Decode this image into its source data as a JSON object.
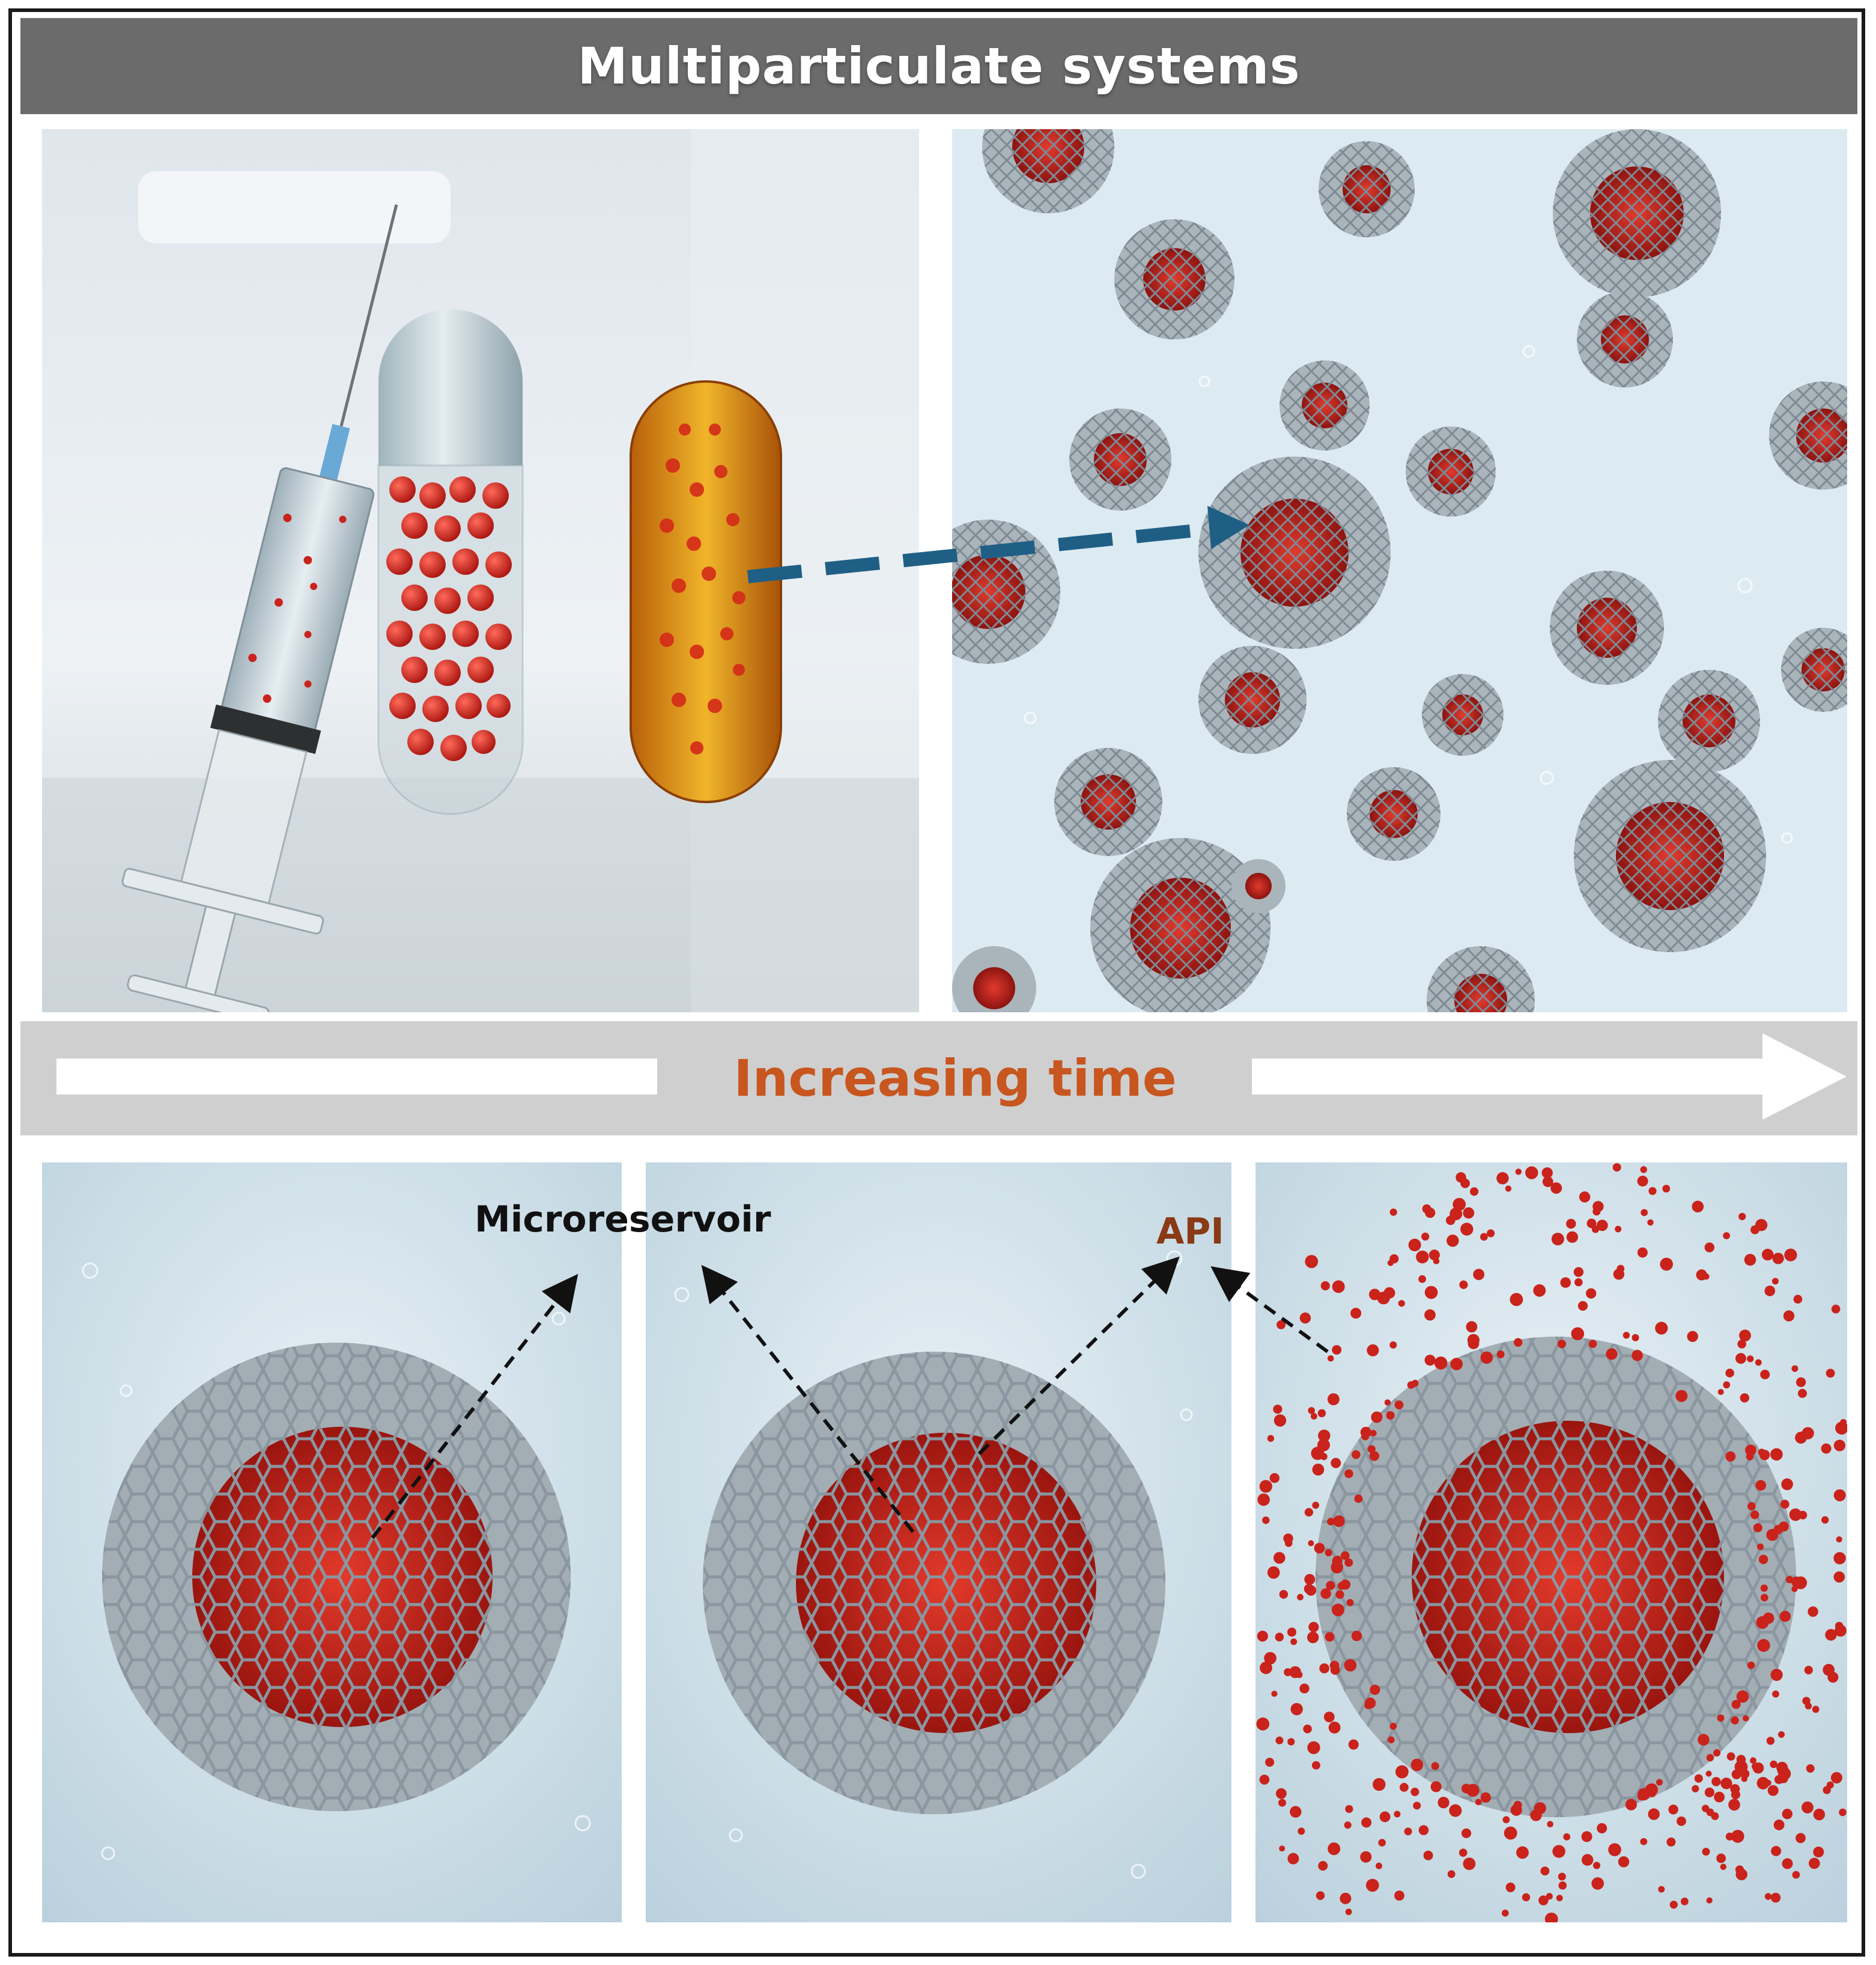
{
  "title": "Multiparticulate systems",
  "time_axis": {
    "label": "Increasing time"
  },
  "annotations": {
    "microreservoir": "Microreservoir",
    "api": "API"
  },
  "colors": {
    "title_bar": "#6b6b6b",
    "time_band": "#cfcfcf",
    "time_label": "#c8561f",
    "api_label": "#8a3a14",
    "dashed_arrow_top": "#1f5f85",
    "api_red": "#c9231c",
    "mesh_grey": "#8a96a0"
  },
  "icons": [
    "syringe-icon",
    "capsule-icon",
    "softgel-icon",
    "microsphere-icon",
    "dashed-arrow-icon",
    "time-arrow-icon"
  ]
}
